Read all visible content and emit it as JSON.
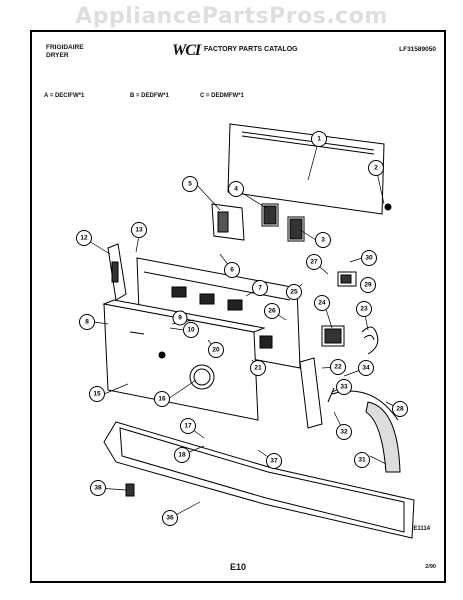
{
  "watermark": "AppliancePartsPros.com",
  "header": {
    "brand_line1": "FRIGIDAIRE",
    "brand_line2": "DRYER",
    "logo": "WCI",
    "catalog_title": "FACTORY PARTS CATALOG",
    "catalog_number": "LF31589050"
  },
  "models": {
    "a": "A = DECIFW*1",
    "b": "B = DEDFW*1",
    "c": "C = DEDMFW*1"
  },
  "footer": {
    "figure_ref": "E1114",
    "page": "E10",
    "date": "2/90"
  },
  "callouts": [
    "1",
    "2",
    "3",
    "4",
    "5",
    "6",
    "7",
    "8",
    "9",
    "10",
    "12",
    "13",
    "15",
    "16",
    "17",
    "18",
    "20",
    "21",
    "22",
    "23",
    "24",
    "25",
    "26",
    "27",
    "28",
    "29",
    "30",
    "31",
    "32",
    "33",
    "34",
    "36",
    "37",
    "38"
  ]
}
